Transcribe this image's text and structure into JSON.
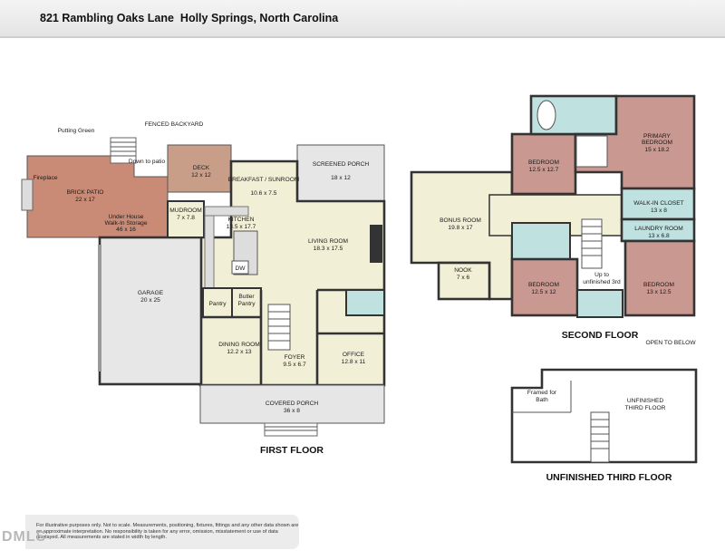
{
  "header": {
    "address": "821 Rambling Oaks Lane  Holly Springs, North Carolina"
  },
  "outdoor_labels": {
    "putting_green": "Putting Green",
    "fenced_backyard": "FENCED BACKYARD",
    "down_to_patio": "Down to patio"
  },
  "first_floor": {
    "title": "FIRST FLOOR",
    "rooms": [
      {
        "name": "BRICK PATIO",
        "size": "22 x 17"
      },
      {
        "name": "DECK",
        "size": "12 x 12"
      },
      {
        "name": "BREAKFAST / SUNROOM",
        "size": "10.6 x 7.5"
      },
      {
        "name": "SCREENED PORCH",
        "size": "18 x 12"
      },
      {
        "name": "MUDROOM",
        "size": "7 x 7.8"
      },
      {
        "name": "KITCHEN",
        "size": "13.5 x 17.7"
      },
      {
        "name": "LIVING ROOM",
        "size": "18.3 x 17.5"
      },
      {
        "name": "GARAGE",
        "size": "20 x 25"
      },
      {
        "name": "DINING ROOM",
        "size": "12.2 x 13"
      },
      {
        "name": "FOYER",
        "size": "9.5 x 6.7"
      },
      {
        "name": "OFFICE",
        "size": "12.8 x 11"
      },
      {
        "name": "COVERED PORCH",
        "size": "36 x 8"
      }
    ],
    "small_labels": {
      "fireplace": "Fireplace",
      "under_house_1": "Under House",
      "under_house_2": "Walk-In Storage",
      "under_house_3": "46 x 16",
      "pantry": "Pantry",
      "butler_1": "Butler",
      "butler_2": "Pantry",
      "dw": "DW"
    }
  },
  "second_floor": {
    "title": "SECOND FLOOR",
    "rooms": [
      {
        "name": "BEDROOM",
        "size": "12.5 x 12.7"
      },
      {
        "name": "PRIMARY BEDROOM",
        "size": "15 x 18.2"
      },
      {
        "name": "BONUS ROOM",
        "size": "19.8 x 17"
      },
      {
        "name": "WALK-IN CLOSET",
        "size": "13 x 8"
      },
      {
        "name": "LAUNDRY ROOM",
        "size": "13 x 6.8"
      },
      {
        "name": "NOOK",
        "size": "7 x 6"
      },
      {
        "name": "BEDROOM",
        "size": "12.5 x 12"
      },
      {
        "name": "BEDROOM",
        "size": "13 x 12.5"
      }
    ],
    "small_labels": {
      "primary_1": "PRIMARY",
      "primary_2": "BEDROOM",
      "up_1": "Up to",
      "up_2": "unfinished 3rd",
      "open_to_below": "OPEN TO BELOW"
    }
  },
  "third_floor": {
    "title": "UNFINISHED THIRD FLOOR",
    "labels": {
      "framed_1": "Framed for",
      "framed_2": "Bath",
      "unfinished_1": "UNFINISHED",
      "unfinished_2": "THIRD FLOOR"
    }
  },
  "footer": {
    "disclaimer": "For illustrative purposes only. Not to scale. Measurements, positioning, fixtures, fittings and any other data shown are an approximate interpretation. No responsibility is taken for any error, omission, misstatement or use of data displayed. All measurements are stated in width by length.",
    "watermark": "DMLS"
  },
  "colors": {
    "patio": "#c98b76",
    "deck": "#c99e89",
    "room": "#f1efd6",
    "garage": "#e7e7e7",
    "wet": "#bfe1e0",
    "bedroom": "#c99890",
    "porch": "#e6e6e6"
  }
}
